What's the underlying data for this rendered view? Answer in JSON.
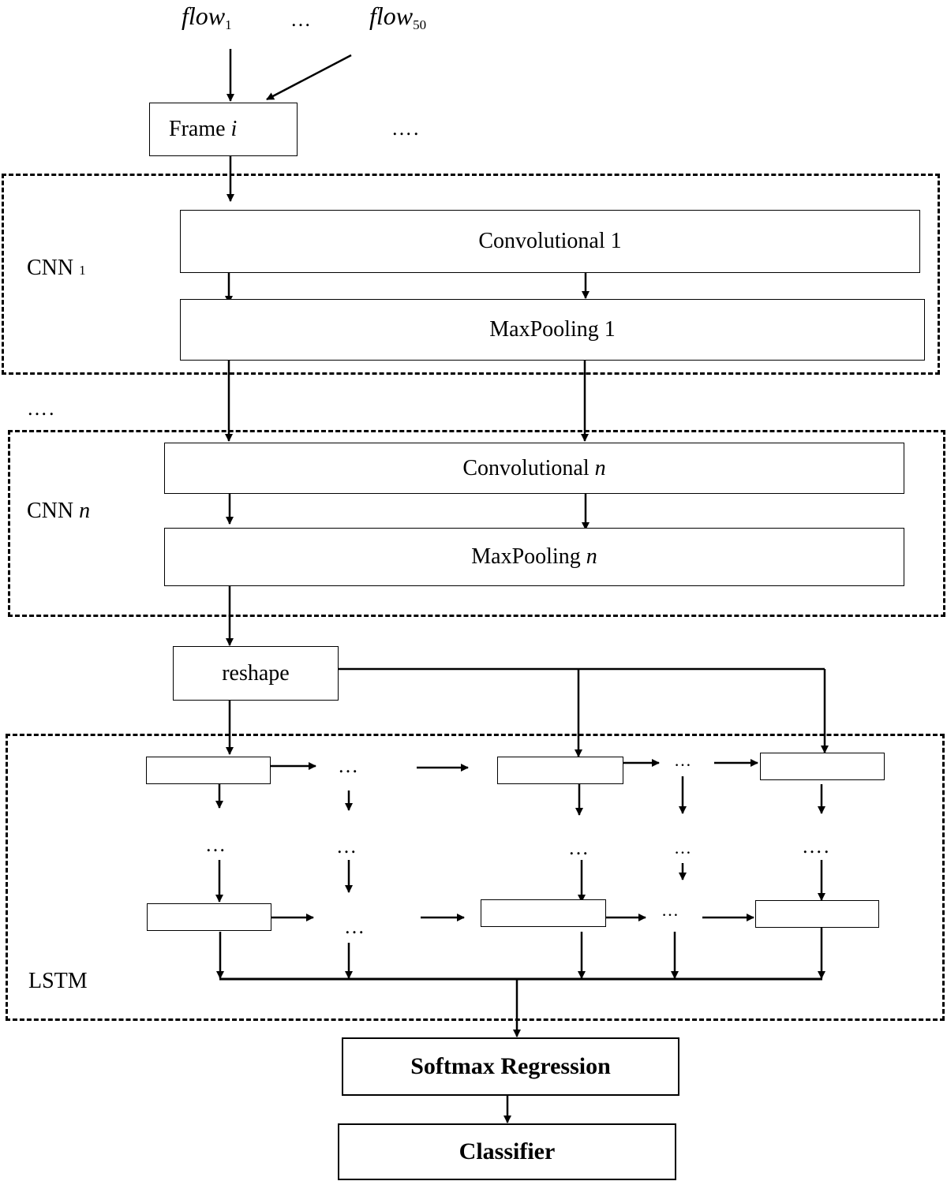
{
  "inputs": {
    "flow_first": {
      "base": "flow",
      "sub": "1"
    },
    "ellipsis": "…",
    "flow_last": {
      "base": "flow",
      "sub": "50"
    }
  },
  "frame": {
    "prefix": "Frame",
    "var": "i"
  },
  "frame_more": "….",
  "cnn1": {
    "label": "CNN",
    "label_sub": "1",
    "conv": "Convolutional 1",
    "pool": "MaxPooling 1"
  },
  "cnn_ellipsis": "….",
  "cnnn": {
    "label": "CNN",
    "label_var": "n",
    "conv_prefix": "Convolutional",
    "conv_var": "n",
    "pool_prefix": "MaxPooling",
    "pool_var": "n"
  },
  "reshape": "reshape",
  "lstm": {
    "label": "LSTM",
    "dots": {
      "top_1": "…",
      "top_2": "…",
      "mid_1": "…",
      "mid_2": "…",
      "mid_3": "…",
      "mid_4": "…",
      "mid_5": "….",
      "bot_1": "…",
      "bot_2": "…"
    }
  },
  "softmax": "Softmax Regression",
  "classifier": "Classifier"
}
